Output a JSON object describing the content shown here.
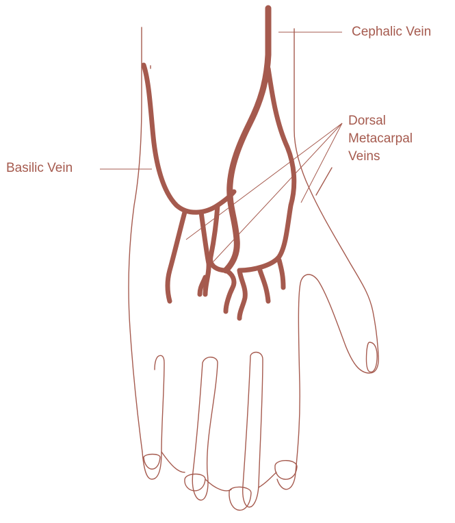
{
  "diagram": {
    "colors": {
      "line": "#a55a4e",
      "background": "#ffffff"
    },
    "labels": {
      "cephalic": "Cephalic Vein",
      "basilic": "Basilic Vein",
      "dorsal_line1": "Dorsal",
      "dorsal_line2": "Metacarpal",
      "dorsal_line3": "Veins"
    }
  }
}
